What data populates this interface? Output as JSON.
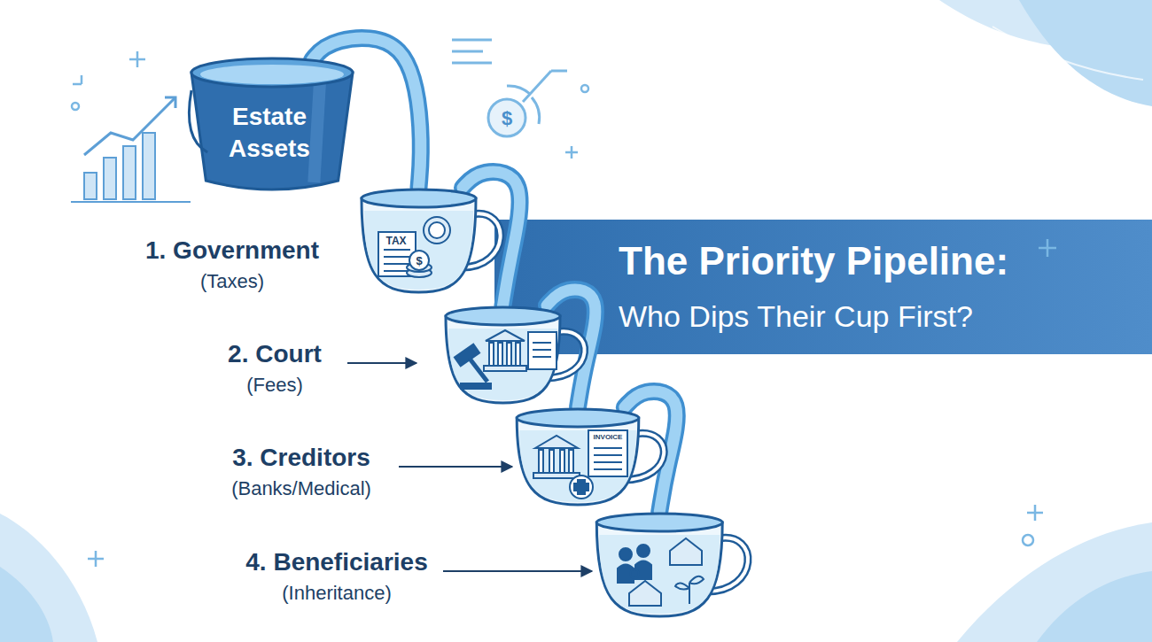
{
  "diagram": {
    "title": "The Priority Pipeline:",
    "nodes": [
      {
        "text": [
          "Estate Assets"
        ]
      },
      {
        "text": [
          "1. Government",
          "(Taxes)"
        ]
      },
      {
        "text": [
          "2. Court",
          "(Fees)"
        ]
      },
      {
        "text": [
          "3. Creditors",
          "(Banks/Medical)"
        ]
      },
      {
        "text": [
          "4. Beneficiaries",
          "(Inheritance)"
        ]
      }
    ],
    "edges": [
      {
        "from": 0,
        "to": 1,
        "arrow": "none"
      },
      {
        "from": 1,
        "to": 2,
        "arrow": "none"
      },
      {
        "from": 2,
        "to": 3,
        "arrow": "none"
      },
      {
        "from": 3,
        "to": 4,
        "arrow": "none"
      }
    ],
    "labels": [
      "Who Dips Their Cup First?",
      "TAX",
      "$",
      "$",
      "INVOICE"
    ]
  }
}
